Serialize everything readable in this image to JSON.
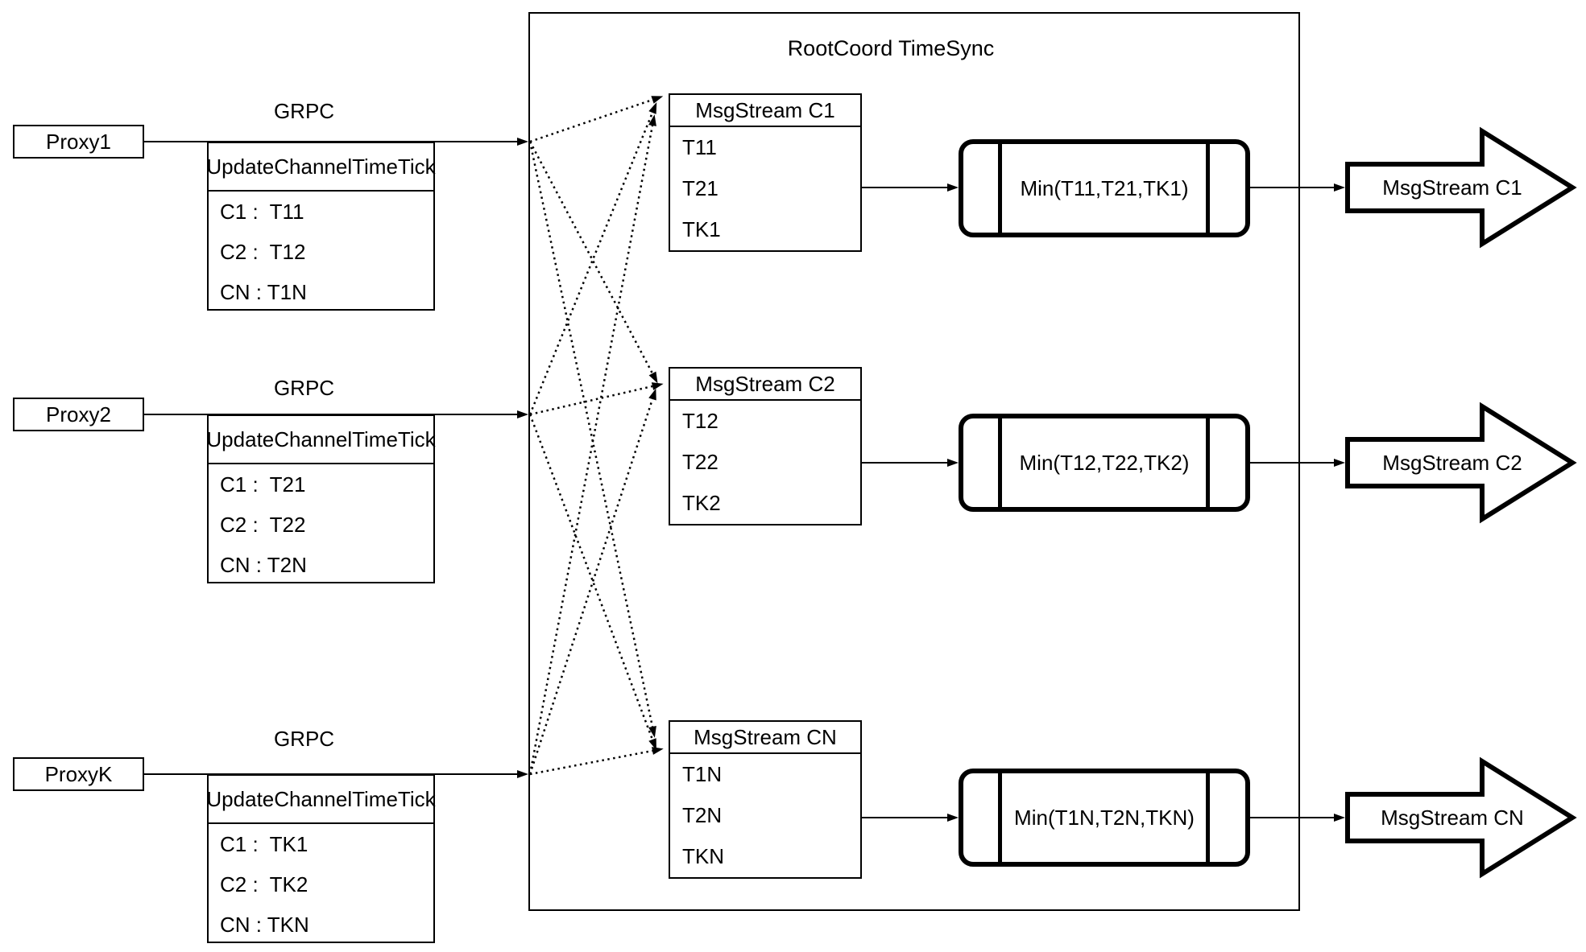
{
  "diagram": {
    "title": "RootCoord TimeSync",
    "colors": {
      "stroke": "#000000",
      "background": "#ffffff"
    },
    "rows": [
      {
        "proxy": "Proxy1",
        "protocol": "GRPC",
        "request": {
          "header": "UpdateChannelTimeTick",
          "cells": [
            "C1 :  T11",
            "C2 :  T12",
            "CN : T1N"
          ]
        },
        "stream": {
          "header": "MsgStream C1",
          "cells": [
            "T11",
            "T21",
            "TK1"
          ]
        },
        "min": "Min(T11,T21,TK1)",
        "output": "MsgStream C1"
      },
      {
        "proxy": "Proxy2",
        "protocol": "GRPC",
        "request": {
          "header": "UpdateChannelTimeTick",
          "cells": [
            "C1 :  T21",
            "C2 :  T22",
            "CN : T2N"
          ]
        },
        "stream": {
          "header": "MsgStream C2",
          "cells": [
            "T12",
            "T22",
            "TK2"
          ]
        },
        "min": "Min(T12,T22,TK2)",
        "output": "MsgStream C2"
      },
      {
        "proxy": "ProxyK",
        "protocol": "GRPC",
        "request": {
          "header": "UpdateChannelTimeTick",
          "cells": [
            "C1 :  TK1",
            "C2 :  TK2",
            "CN : TKN"
          ]
        },
        "stream": {
          "header": "MsgStream CN",
          "cells": [
            "T1N",
            "T2N",
            "TKN"
          ]
        },
        "min": "Min(T1N,T2N,TKN)",
        "output": "MsgStream CN"
      }
    ]
  }
}
